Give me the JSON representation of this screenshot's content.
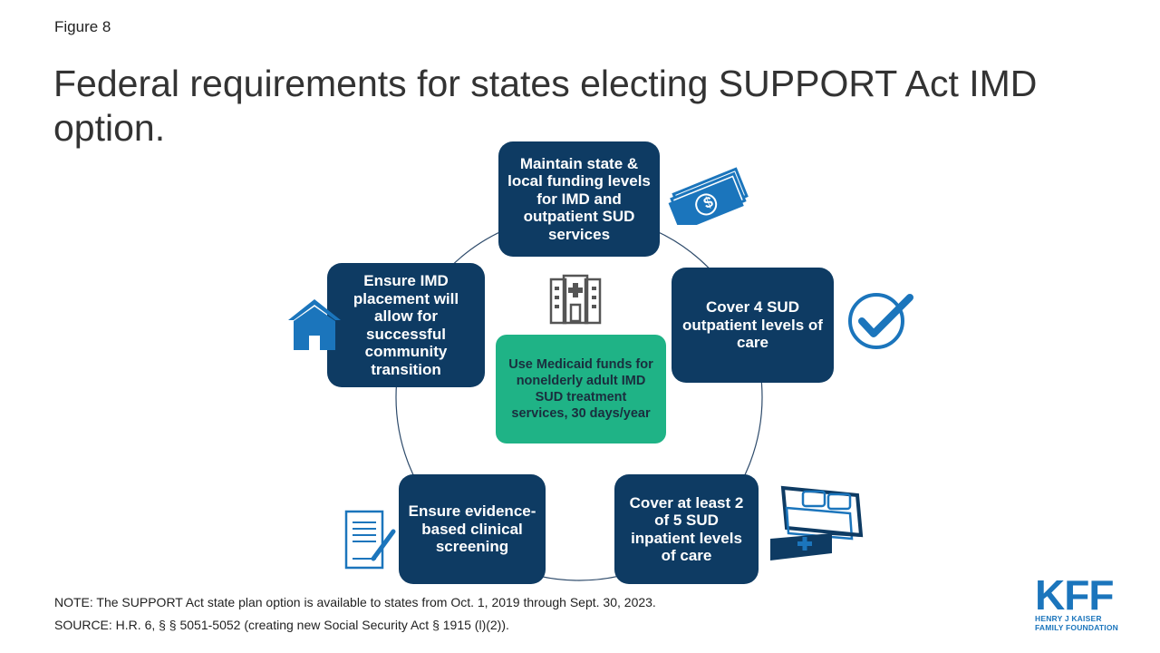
{
  "figure_label": "Figure 8",
  "title": "Federal requirements for states electing SUPPORT Act IMD option.",
  "boxes": {
    "top": "Maintain state & local funding levels for IMD and outpatient SUD services",
    "right": "Cover 4 SUD outpatient levels of care",
    "bottom_right": "Cover at least 2 of 5 SUD inpatient levels of care",
    "bottom_left": "Ensure evidence-based clinical screening",
    "left": "Ensure IMD placement will allow for successful community transition"
  },
  "center": "Use Medicaid funds for nonelderly adult IMD SUD treatment services, 30 days/year",
  "icons": {
    "money": "money-icon",
    "check": "checkmark-icon",
    "bed": "hospital-bed-icon",
    "document": "document-pen-icon",
    "house": "house-icon",
    "hospital": "hospital-building-icon"
  },
  "colors": {
    "box": "#0e3b63",
    "center": "#1fb386",
    "icon_blue": "#1b75bc",
    "ring": "#2e4b6b"
  },
  "note": "NOTE: The SUPPORT Act state plan option is available to states from Oct. 1, 2019 through  Sept. 30, 2023.",
  "source": "SOURCE: H.R. 6, § § 5051-5052 (creating new Social Security Act § 1915 (l)(2)).",
  "logo": {
    "main": "KFF",
    "line1": "HENRY J KAISER",
    "line2": "FAMILY FOUNDATION"
  }
}
